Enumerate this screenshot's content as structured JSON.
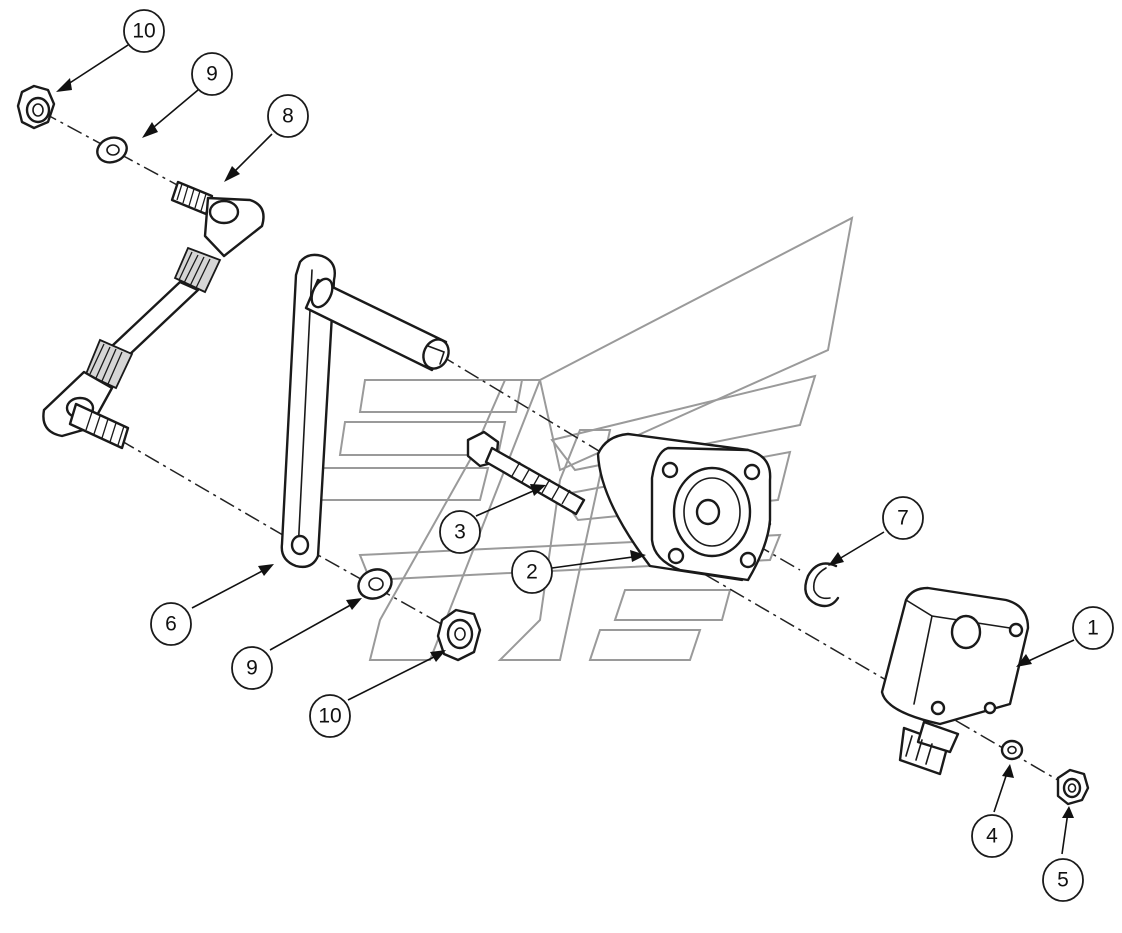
{
  "callouts": [
    {
      "id": "c10a",
      "label": "10"
    },
    {
      "id": "c9a",
      "label": "9"
    },
    {
      "id": "c8",
      "label": "8"
    },
    {
      "id": "c3",
      "label": "3"
    },
    {
      "id": "c2",
      "label": "2"
    },
    {
      "id": "c7",
      "label": "7"
    },
    {
      "id": "c1",
      "label": "1"
    },
    {
      "id": "c6",
      "label": "6"
    },
    {
      "id": "c9b",
      "label": "9"
    },
    {
      "id": "c10b",
      "label": "10"
    },
    {
      "id": "c4",
      "label": "4"
    },
    {
      "id": "c5",
      "label": "5"
    }
  ]
}
